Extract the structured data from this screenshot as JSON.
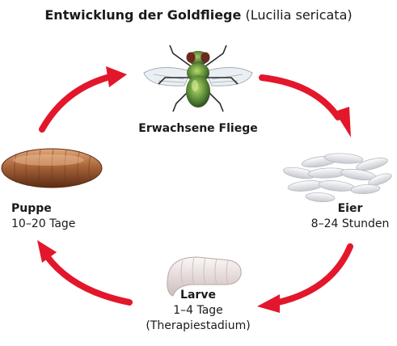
{
  "title": {
    "bold": "Entwicklung der Goldfliege",
    "italic": "(Lucilia sericata)"
  },
  "stages": {
    "adult": {
      "name": "Erwachsene Fliege"
    },
    "eggs": {
      "name": "Eier",
      "duration": "8–24 Stunden"
    },
    "larva": {
      "name": "Larve",
      "duration": "1–4 Tage",
      "note": "(Therapiestadium)"
    },
    "pupa": {
      "name": "Puppe",
      "duration": "10–20 Tage"
    }
  },
  "colors": {
    "arrow": "#e3172b",
    "fly_body": "#5f8f3a",
    "pupa": "#a9653a",
    "egg": "#e9eaee",
    "larva": "#ece3e2"
  },
  "icons": [
    "fly-icon",
    "eggs-icon",
    "larva-icon",
    "pupa-icon",
    "arrow-icon"
  ]
}
